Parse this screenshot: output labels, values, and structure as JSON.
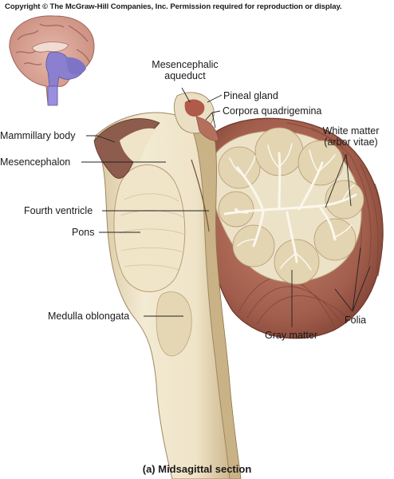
{
  "copyright": "Copyright © The McGraw-Hill Companies, Inc. Permission required for reproduction or display.",
  "labels": {
    "mesencephalic_aqueduct_1": "Mesencephalic",
    "mesencephalic_aqueduct_2": "aqueduct",
    "pineal_gland": "Pineal gland",
    "corpora_quadrigemina": "Corpora quadrigemina",
    "mammillary_body": "Mammillary body",
    "white_matter_1": "White matter",
    "white_matter_2": "(arbor vitae)",
    "mesencephalon": "Mesencephalon",
    "fourth_ventricle": "Fourth ventricle",
    "pons": "Pons",
    "medulla_oblongata": "Medulla oblongata",
    "folia": "Folia",
    "gray_matter": "Gray matter"
  },
  "caption": "(a) Midsagittal section",
  "colors": {
    "brainstem": "#efe6cf",
    "brainstem_shade": "#d9c9a4",
    "cerebellum_outer": "#a5614f",
    "cerebellum_inner": "#ece2c8",
    "arbor_vitae": "#f8f3e6",
    "thumbnail_cortex": "#d9a79b",
    "thumbnail_highlight": "#8b7fd0"
  }
}
